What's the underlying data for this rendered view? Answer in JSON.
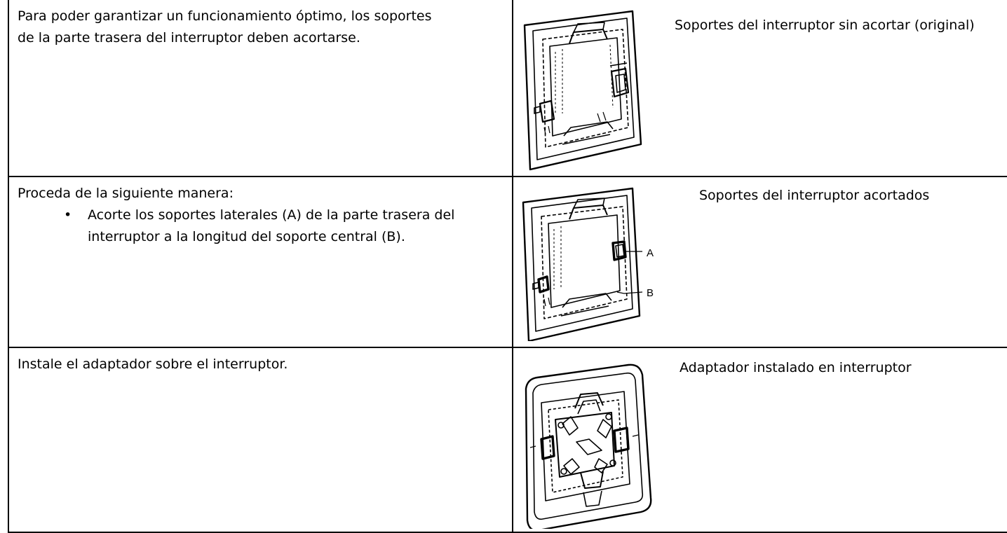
{
  "rows": [
    {
      "text_lines": [
        "Para poder garantizar un funcionamiento óptimo, los soportes",
        "de la parte trasera del interruptor deben acortarse."
      ],
      "caption": "Soportes del interruptor sin acortar (original)"
    },
    {
      "intro": "Proceda de la siguiente manera:",
      "bullet_lines": [
        "Acorte los soportes laterales (A) de la parte trasera del",
        "interruptor a la longitud del soporte central (B)."
      ],
      "caption": "Soportes del interruptor acortados",
      "callouts": [
        "A",
        "B"
      ]
    },
    {
      "text_lines": [
        "Instale el adaptador sobre el interruptor."
      ],
      "caption": "Adaptador instalado en interruptor"
    }
  ],
  "bullet_glyph": "•",
  "icons": [
    "switch-frame-original-icon",
    "switch-frame-shortened-icon",
    "adapter-installed-icon"
  ]
}
